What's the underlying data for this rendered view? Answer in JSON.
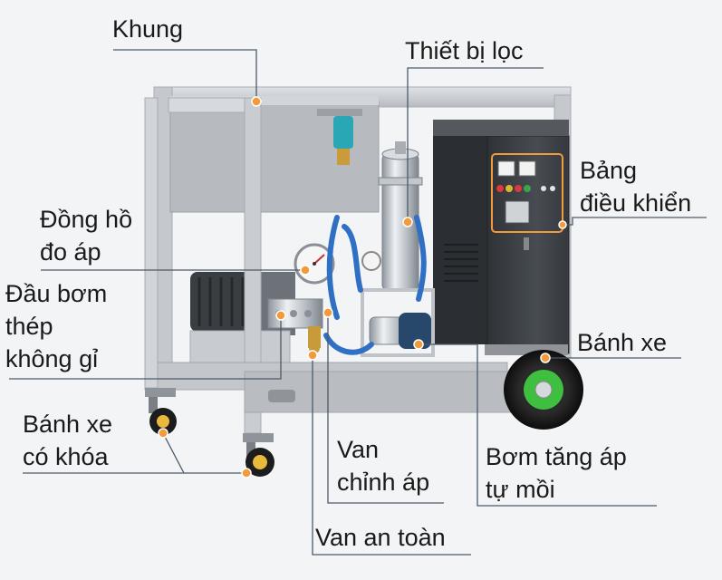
{
  "labels": {
    "frame": "Khung",
    "filter": "Thiết bị lọc",
    "control_panel": [
      "Bảng",
      "điều khiển"
    ],
    "gauge": [
      "Đồng hồ",
      "đo áp"
    ],
    "pump_head": [
      "Đầu bơm",
      "thép",
      "không gỉ"
    ],
    "wheel": "Bánh xe",
    "locking_caster": [
      "Bánh xe",
      "có khóa"
    ],
    "regulator_valve": [
      "Van",
      "chỉnh áp"
    ],
    "booster_pump": [
      "Bơm tăng áp",
      "tự mồi"
    ],
    "safety_valve": "Van an toàn"
  },
  "colors": {
    "frame": "#c9ccd0",
    "cabinet": "#3e4247",
    "marker": "#f39a3a",
    "leader_line": "#4a5a6a",
    "wheel_hub": "#3fbf3f",
    "caster_hub": "#e8b93a",
    "hose": "#2f6fc4",
    "steel": "#b9bec4"
  }
}
